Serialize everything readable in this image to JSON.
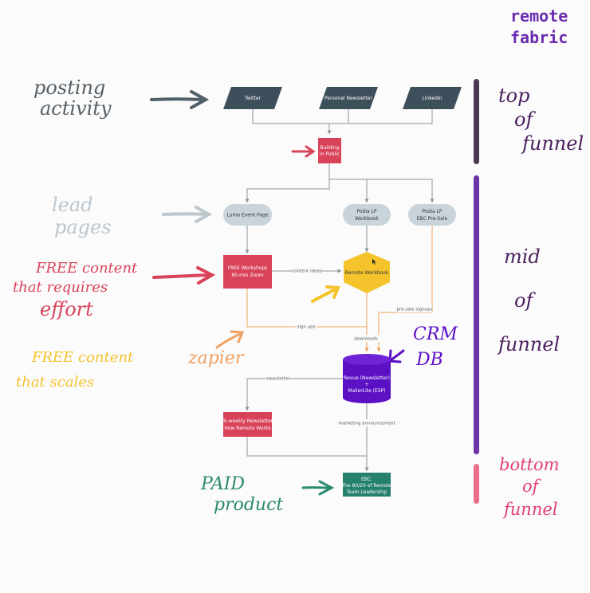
{
  "brand": {
    "line1": "remote",
    "line2": "fabric"
  },
  "stages": {
    "top": [
      "top",
      "of",
      "funnel"
    ],
    "mid": [
      "mid",
      "of",
      "funnel"
    ],
    "bottom": [
      "bottom",
      "of",
      "funnel"
    ]
  },
  "annotations": {
    "posting": [
      "posting",
      "activity"
    ],
    "lead": [
      "lead",
      "pages"
    ],
    "free_effort": [
      "FREE content",
      "that requires",
      "effort"
    ],
    "free_scales": [
      "FREE content",
      "that scales"
    ],
    "zapier": "zapier",
    "crm": [
      "CRM",
      "DB"
    ],
    "paid": [
      "PAID",
      "product"
    ]
  },
  "nodes": {
    "twitter": "Twitter",
    "newsletter": "Personal Newsletter",
    "linkedin": "LinkedIn",
    "building": [
      "Building",
      "in Public"
    ],
    "luma": "Luma Event Page",
    "podia_workbook": [
      "Podia LP",
      "Workbook"
    ],
    "podia_ebc": [
      "Podia LP",
      "EBC Pre-Sale"
    ],
    "workshops": [
      "FREE Workshops",
      "60-min Zoom"
    ],
    "remote_workbook": "Remote Workbook",
    "revue": [
      "Revue (Newsletter)",
      "+",
      "MailerLite (ESP)"
    ],
    "biweekly": [
      "Bi-weekly Newsletter",
      "How Remote Works"
    ],
    "ebc": [
      "EBC:",
      "The 80/20 of Remote",
      "Team Leadership"
    ]
  },
  "edge_labels": {
    "content_ideas": "content ideas",
    "presale": "pre-sale signups",
    "signups": "sign ups",
    "downloads": "downloads",
    "newsletter": "newsletter",
    "marketing": "marketing announcement"
  },
  "colors": {
    "slate": "#3e4f5c",
    "red": "#d9435a",
    "yellow": "#f5c32c",
    "purple": "#5b10c4",
    "teal": "#25806c",
    "gray": "#c9d3da",
    "orange": "#f0a05a",
    "top_bar": "#4b3b52",
    "mid_bar": "#6d34a8",
    "bottom_bar": "#ec6e8a",
    "pink_text": "#e0407a",
    "green_text": "#2c8a70",
    "lead_text": "#bcc6cc",
    "free_scales_text": "#f5c32c",
    "zapier_text": "#f0a060",
    "brand_text": "#6a2bb0",
    "stage_text": "#4a1f5e",
    "crm_text": "#5b10c4"
  }
}
